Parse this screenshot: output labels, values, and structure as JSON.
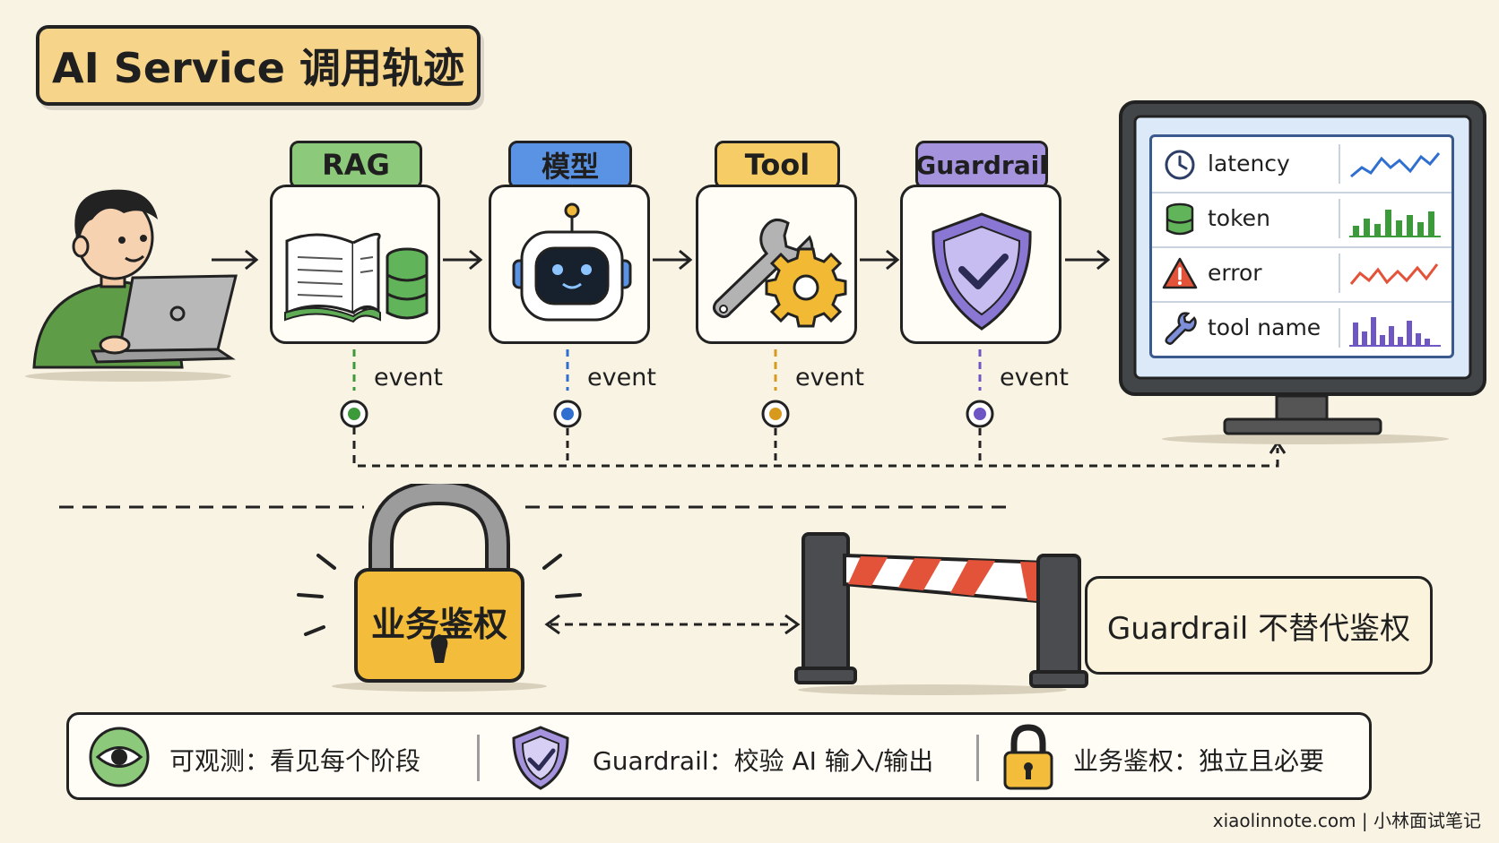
{
  "title": "AI Service 调用轨迹",
  "stages": [
    {
      "label": "RAG",
      "color": "#8cc97a",
      "dot": "#3d9a3a",
      "event": "event"
    },
    {
      "label": "模型",
      "color": "#5b93e4",
      "dot": "#2f6fd0",
      "event": "event"
    },
    {
      "label": "Tool",
      "color": "#f5cc65",
      "dot": "#d79a1c",
      "event": "event"
    },
    {
      "label": "Guardrail",
      "color": "#a593dd",
      "dot": "#6e56c4",
      "event": "event"
    }
  ],
  "monitor": {
    "rows": [
      {
        "label": "latency",
        "icon": "clock-icon"
      },
      {
        "label": "token",
        "icon": "database-icon"
      },
      {
        "label": "error",
        "icon": "warning-icon"
      },
      {
        "label": "tool name",
        "icon": "wrench-icon"
      }
    ]
  },
  "auth_lock_label": "业务鉴权",
  "guardrail_note": "Guardrail 不替代鉴权",
  "legend": [
    {
      "text": "可观测：看见每个阶段",
      "icon": "eye-icon"
    },
    {
      "text": "Guardrail：校验 AI 输入/输出",
      "icon": "shield-check-icon"
    },
    {
      "text": "业务鉴权：独立且必要",
      "icon": "padlock-icon"
    }
  ],
  "footer": "xiaolinnote.com | 小林面试笔记"
}
